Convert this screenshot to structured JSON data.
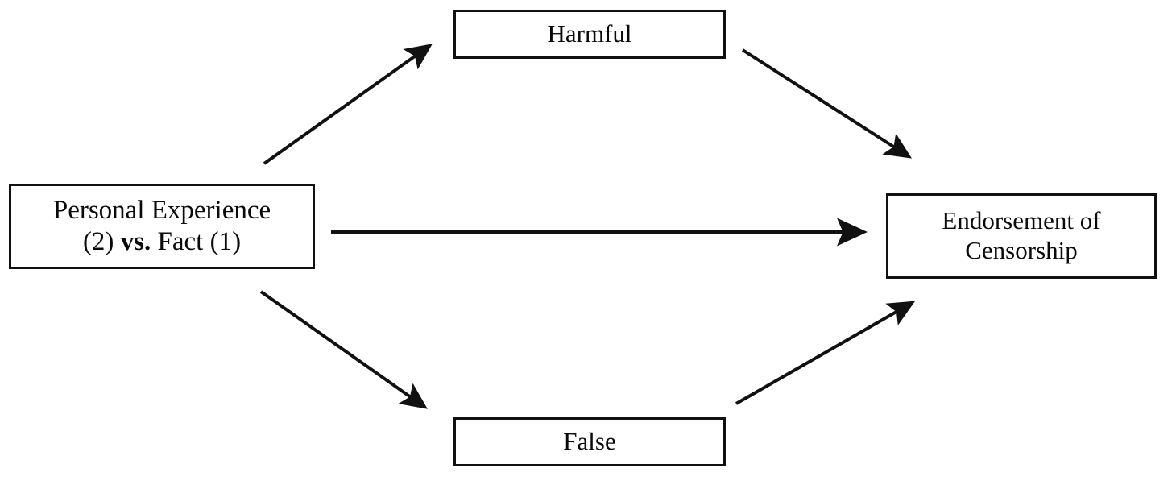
{
  "diagram": {
    "type": "mediation-model",
    "background_color": "#ffffff",
    "line_color": "#111111",
    "nodes": [
      {
        "id": "predictor",
        "name": "personal-experience-node",
        "label_line_1": "Personal Experience",
        "label_line_2_pre": "(2) ",
        "label_line_2_bold": "vs.",
        "label_line_2_post": " Fact (1)",
        "full_label": "Personal Experience (2) vs. Fact (1)"
      },
      {
        "id": "mediator_harmful",
        "name": "harmful-node",
        "label": "Harmful"
      },
      {
        "id": "mediator_false",
        "name": "false-node",
        "label": "False"
      },
      {
        "id": "outcome",
        "name": "endorsement-of-censorship-node",
        "label_line_1": "Endorsement of",
        "label_line_2": "Censorship",
        "full_label": "Endorsement of Censorship"
      }
    ],
    "edges": [
      {
        "id": "a1",
        "from": "predictor",
        "to": "mediator_harmful",
        "style": "solid-arrow"
      },
      {
        "id": "b1",
        "from": "mediator_harmful",
        "to": "outcome",
        "style": "solid-arrow"
      },
      {
        "id": "c",
        "from": "predictor",
        "to": "outcome",
        "style": "solid-arrow-thick"
      },
      {
        "id": "a2",
        "from": "predictor",
        "to": "mediator_false",
        "style": "solid-arrow"
      },
      {
        "id": "b2",
        "from": "mediator_false",
        "to": "outcome",
        "style": "solid-arrow"
      }
    ]
  }
}
